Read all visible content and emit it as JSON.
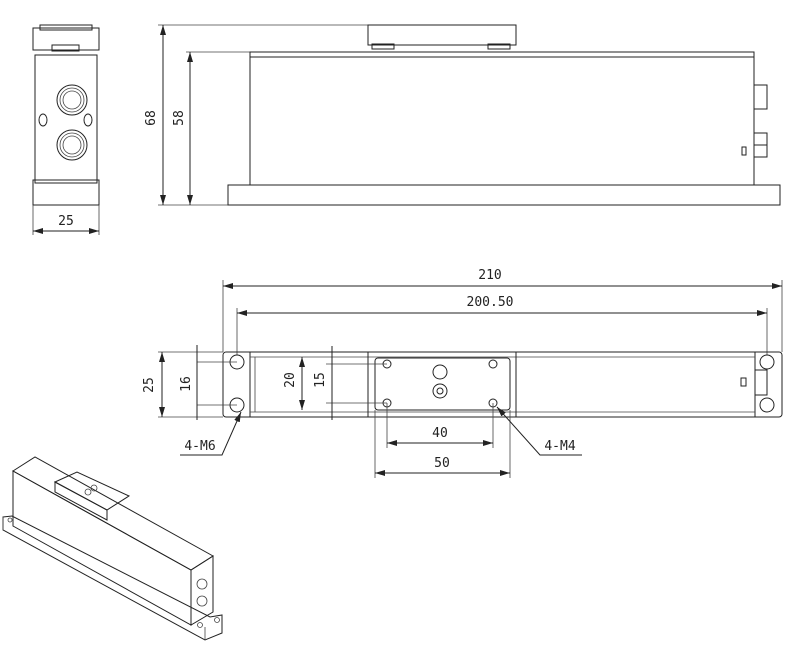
{
  "end_view": {
    "width_dim": "25"
  },
  "side_view": {
    "overall_height_dim": "68",
    "body_height_dim": "58"
  },
  "top_view": {
    "overall_length_dim": "210",
    "hole_pitch_length_dim": "200.50",
    "base_width_dim": "25",
    "hole_pitch_width_dim": "16",
    "carriage_width_dim": "20",
    "carriage_hole_pitch_width_dim": "15",
    "carriage_hole_pitch_length_dim": "40",
    "carriage_length_dim": "50",
    "base_hole_callout": "4-M6",
    "carriage_hole_callout": "4-M4"
  }
}
